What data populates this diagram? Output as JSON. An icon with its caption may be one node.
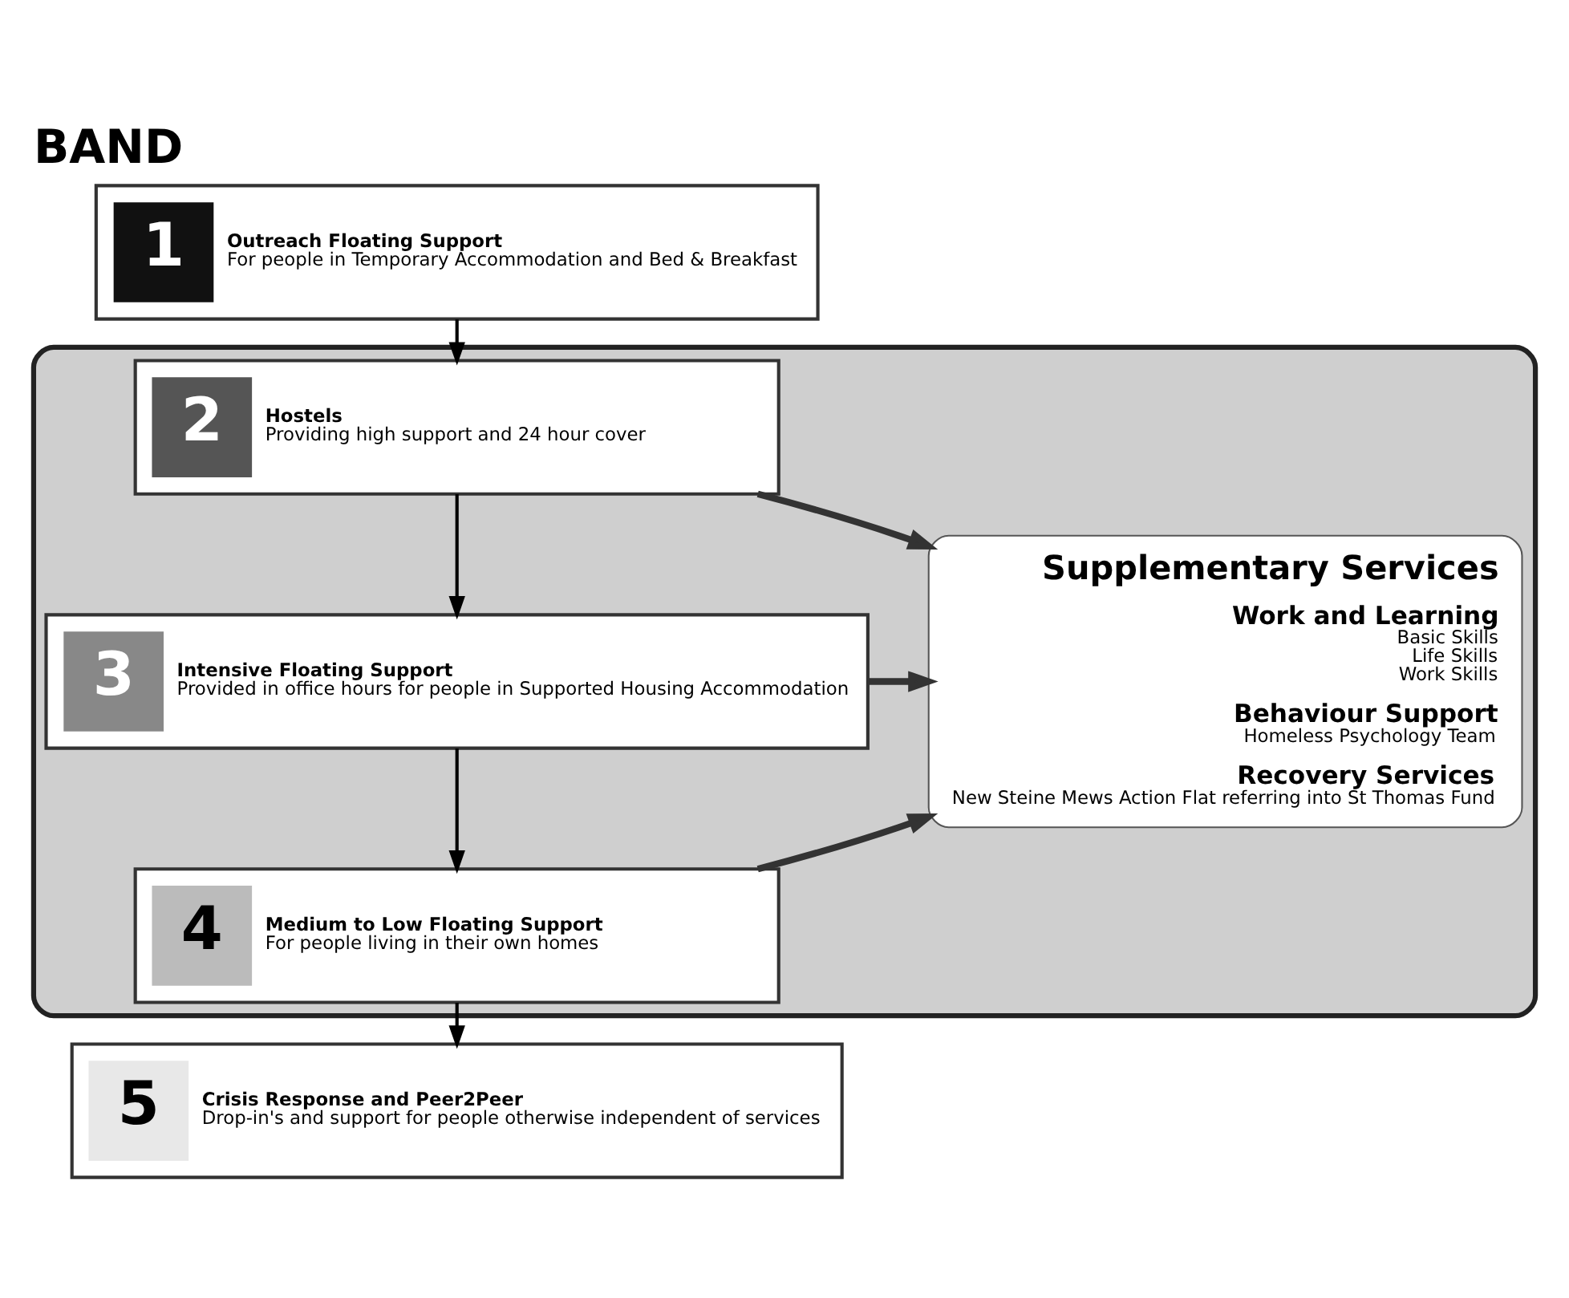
{
  "diagram": {
    "title": "BAND",
    "nodes": [
      {
        "text": [
          "1",
          "Outreach Floating Support",
          "For people in Temporary Accommodation and Bed & Breakfast"
        ]
      },
      {
        "text": [],
        "shape": "box"
      },
      {
        "text": [
          "2",
          "Hostels",
          "Providing high support and 24 hour cover"
        ],
        "in": 1
      },
      {
        "text": [
          "3",
          "Intensive Floating Support",
          "Provided in office hours for people in Supported Housing Accommodation"
        ],
        "in": 1
      },
      {
        "text": [
          "4",
          "Medium to Low Floating Support",
          "For people living in their own homes"
        ],
        "in": 1
      },
      {
        "text": [
          "Supplementary Services",
          "Work and Learning",
          "Basic Skills",
          "Life Skills",
          "Work Skills",
          "Behaviour Support",
          "Homeless Psychology Team",
          "Recovery Services",
          "New Steine Mews Action Flat referring into St Thomas Fund"
        ],
        "in": 1
      },
      {
        "text": [
          "5",
          "Crisis Response and Peer2Peer",
          "Drop-in's and support for people otherwise independent of services"
        ]
      }
    ],
    "edges": [
      {
        "from": 0,
        "to": 2,
        "arrow": "to"
      },
      {
        "from": 2,
        "to": 3,
        "arrow": "to"
      },
      {
        "from": 3,
        "to": 4,
        "arrow": "to"
      },
      {
        "from": 4,
        "to": 6,
        "arrow": "to"
      },
      {
        "from": 2,
        "to": 5,
        "arrow": "to",
        "style": "thick",
        "color": "#333333"
      },
      {
        "from": 3,
        "to": 5,
        "arrow": "to",
        "style": "thick",
        "color": "#333333"
      },
      {
        "from": 4,
        "to": 5,
        "arrow": "to",
        "style": "thick",
        "color": "#333333"
      }
    ]
  }
}
